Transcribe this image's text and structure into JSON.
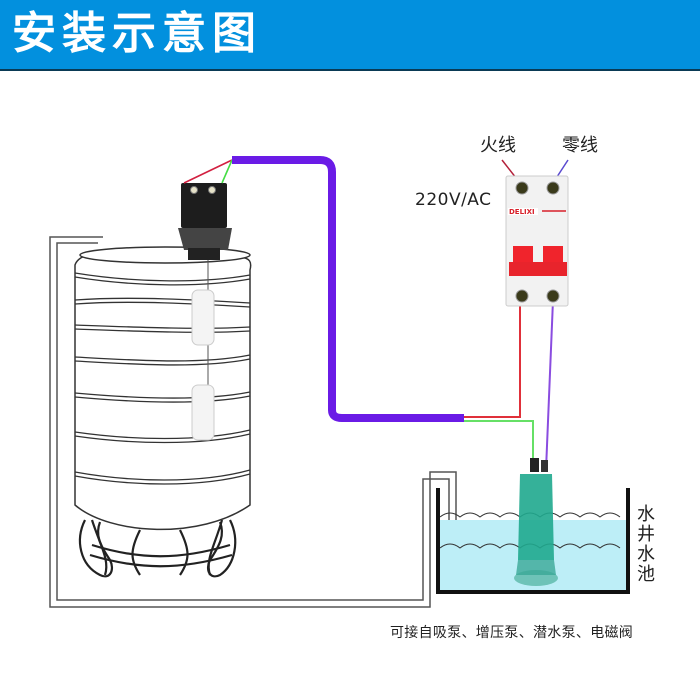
{
  "header": {
    "title": "安装示意图",
    "background_color": "#0290DE"
  },
  "labels": {
    "voltage": "220V/AC",
    "live_wire": "火线",
    "neutral_wire": "零线",
    "water_pool": "水井水池",
    "caption": "可接自吸泵、增压泵、潜水泵、电磁阀"
  },
  "breaker": {
    "brand": "DELIXI",
    "body_color": "#F2F2F2",
    "handle_color": "#F0242C"
  },
  "wires": {
    "cable_color": "#6A1BE6",
    "live_color": "#E0303A",
    "neutral_color": "#8A4CE0",
    "ground_color": "#66E066"
  },
  "components": {
    "water_tank": "water-tank",
    "float_switch": "float-level-switch",
    "pump": "submersible-pump",
    "pool": "water-pool"
  },
  "colors": {
    "water": "#BDEEF7",
    "pump": "#1FA88E"
  }
}
